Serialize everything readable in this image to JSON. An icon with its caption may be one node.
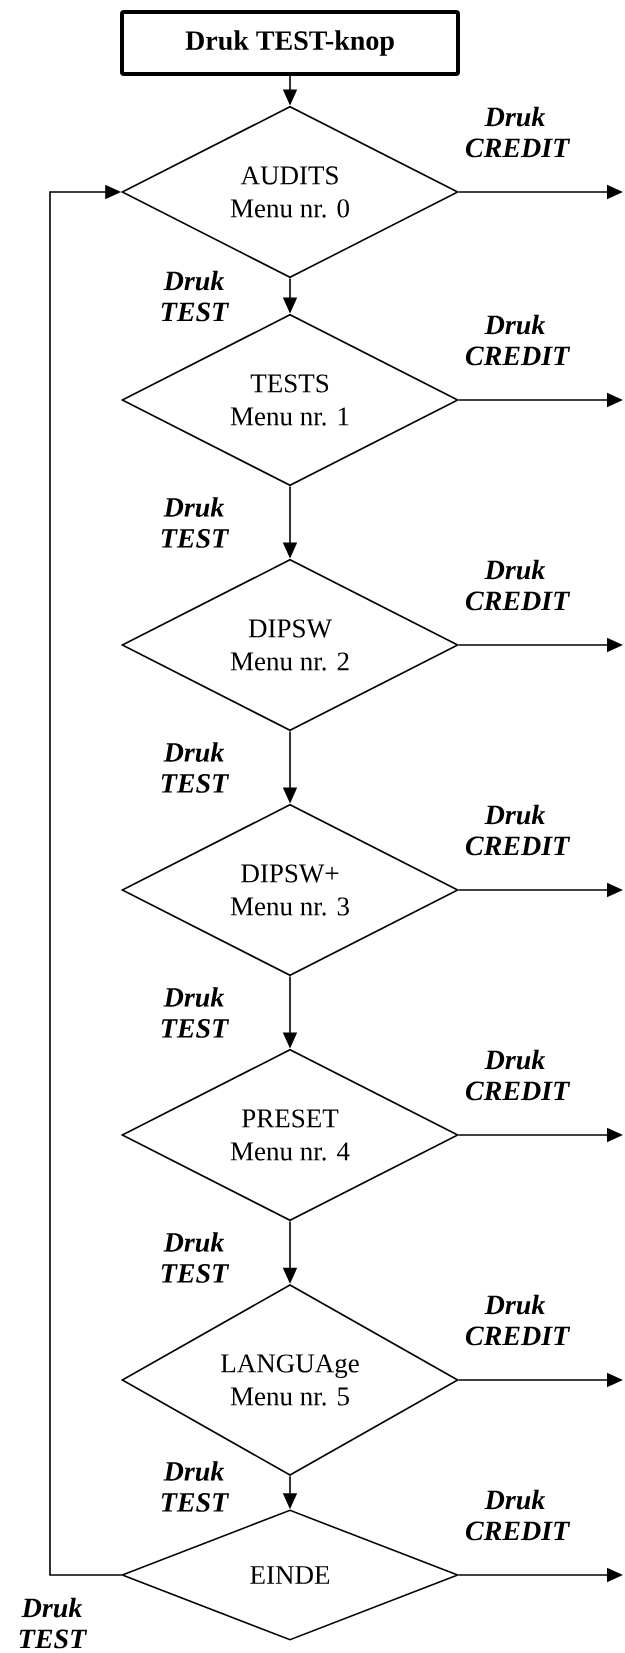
{
  "diagram": {
    "nodes": [
      {
        "text": [
          "Druk TEST-knop"
        ]
      },
      {
        "text": [
          "AUDITS",
          "Menu nr. 0"
        ]
      },
      {
        "text": [
          "TESTS",
          "Menu nr. 1"
        ]
      },
      {
        "text": [
          "DIPSW",
          "Menu nr. 2"
        ]
      },
      {
        "text": [
          "DIPSW+",
          "Menu nr. 3"
        ]
      },
      {
        "text": [
          "PRESET",
          "Menu nr. 4"
        ]
      },
      {
        "text": [
          "LANGUAge",
          "Menu nr. 5"
        ]
      },
      {
        "text": [
          "EINDE"
        ]
      }
    ],
    "edges": [
      {
        "from": 0,
        "to": 1,
        "arrow": "to"
      },
      {
        "from": 1,
        "to": null,
        "arrow": "to",
        "label": "Druk CREDIT"
      },
      {
        "from": 1,
        "to": 2,
        "arrow": "to",
        "label": "Druk TEST"
      },
      {
        "from": 2,
        "to": null,
        "arrow": "to",
        "label": "Druk CREDIT"
      },
      {
        "from": 2,
        "to": 3,
        "arrow": "to",
        "label": "Druk TEST"
      },
      {
        "from": 3,
        "to": null,
        "arrow": "to",
        "label": "Druk CREDIT"
      },
      {
        "from": 3,
        "to": 4,
        "arrow": "to",
        "label": "Druk TEST"
      },
      {
        "from": 4,
        "to": null,
        "arrow": "to",
        "label": "Druk CREDIT"
      },
      {
        "from": 4,
        "to": 5,
        "arrow": "to",
        "label": "Druk TEST"
      },
      {
        "from": 5,
        "to": null,
        "arrow": "to",
        "label": "Druk CREDIT"
      },
      {
        "from": 5,
        "to": 6,
        "arrow": "to",
        "label": "Druk TEST"
      },
      {
        "from": 6,
        "to": null,
        "arrow": "to",
        "label": "Druk CREDIT"
      },
      {
        "from": 6,
        "to": 7,
        "arrow": "to",
        "label": "Druk TEST"
      },
      {
        "from": 7,
        "to": null,
        "arrow": "to",
        "label": "Druk CREDIT"
      },
      {
        "from": 7,
        "to": 1,
        "arrow": "to",
        "label": "Druk TEST"
      }
    ]
  }
}
